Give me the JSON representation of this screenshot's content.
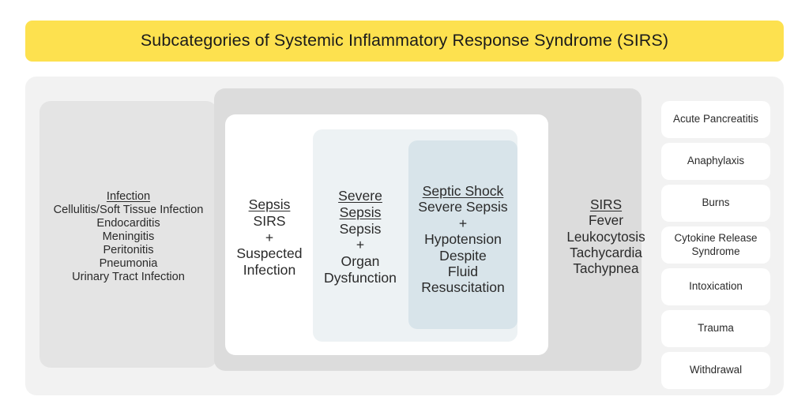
{
  "title": {
    "text": "Subcategories of Systemic Inflammatory Response Syndrome (SIRS)",
    "banner_color": "#fde14f"
  },
  "colors": {
    "background": "#ffffff",
    "outer_panel": "#f2f2f2",
    "infection_box": "#e4e4e4",
    "sirs_box": "#dcdcdc",
    "sepsis_box": "#ffffff",
    "severe_sepsis_box": "#edf2f4",
    "septic_shock_box": "#d8e4ea",
    "pill": "#ffffff",
    "text": "#2a2a2a"
  },
  "infection": {
    "heading": "Infection",
    "items": [
      "Cellulitis/Soft Tissue Infection",
      "Endocarditis",
      "Meningitis",
      "Peritonitis",
      "Pneumonia",
      "Urinary Tract Infection"
    ]
  },
  "sepsis": {
    "heading": "Sepsis",
    "lines": [
      "SIRS",
      "+",
      "Suspected",
      "Infection"
    ]
  },
  "severe_sepsis": {
    "heading_lines": [
      "Severe",
      "Sepsis"
    ],
    "lines": [
      "Sepsis",
      "+",
      "Organ",
      "Dysfunction"
    ]
  },
  "septic_shock": {
    "heading": "Septic Shock",
    "lines": [
      "Severe Sepsis",
      "+",
      "Hypotension",
      "Despite",
      "Fluid",
      "Resuscitation"
    ]
  },
  "sirs": {
    "heading": "SIRS",
    "items": [
      "Fever",
      "Leukocytosis",
      "Tachycardia",
      "Tachypnea"
    ]
  },
  "other_causes": {
    "pills": [
      {
        "lines": [
          "Acute",
          "Pancreatitis"
        ]
      },
      {
        "lines": [
          "Anaphylaxis"
        ]
      },
      {
        "lines": [
          "Burns"
        ]
      },
      {
        "lines": [
          "Cytokine Release",
          "Syndrome"
        ]
      },
      {
        "lines": [
          "Intoxication"
        ]
      },
      {
        "lines": [
          "Trauma"
        ]
      },
      {
        "lines": [
          "Withdrawal"
        ]
      }
    ]
  }
}
